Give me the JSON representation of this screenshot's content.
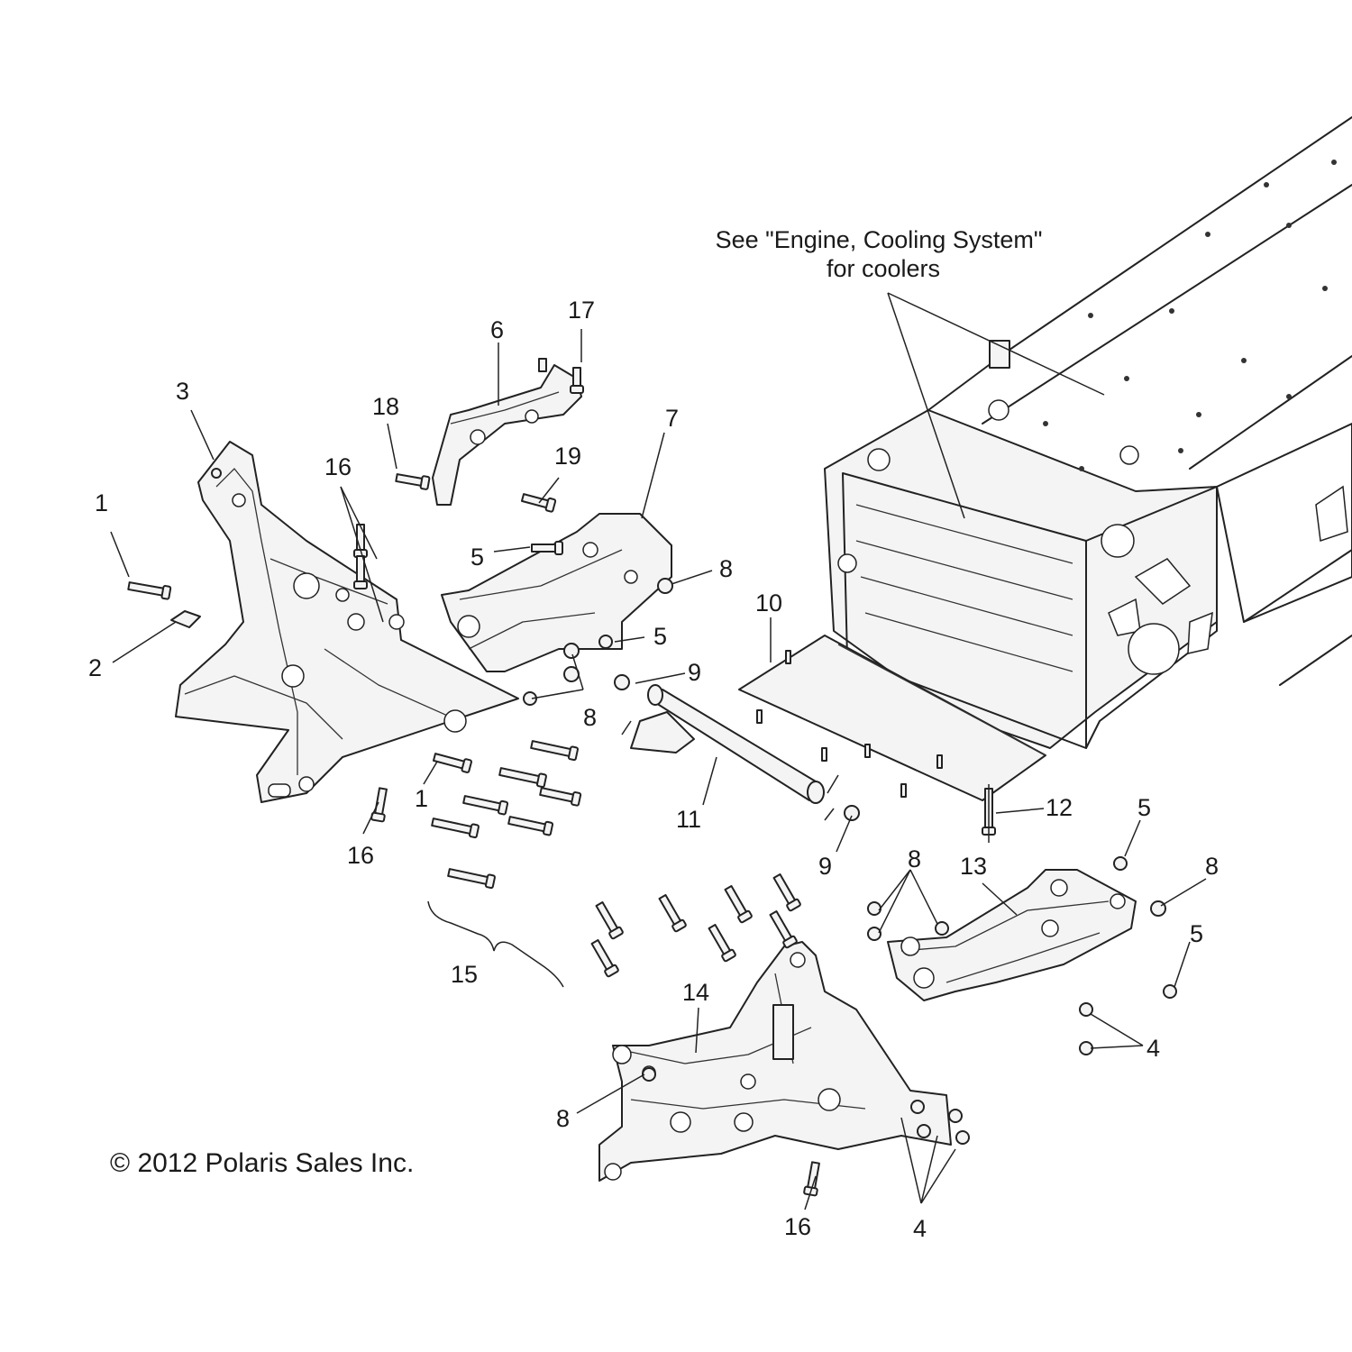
{
  "note": {
    "line1": "See \"Engine, Cooling System\"",
    "line2": "for coolers"
  },
  "copyright": "© 2012 Polaris Sales Inc.",
  "callouts": [
    {
      "id": "c1a",
      "label": "1"
    },
    {
      "id": "c1b",
      "label": "1"
    },
    {
      "id": "c2",
      "label": "2"
    },
    {
      "id": "c3",
      "label": "3"
    },
    {
      "id": "c4a",
      "label": "4"
    },
    {
      "id": "c4b",
      "label": "4"
    },
    {
      "id": "c5a",
      "label": "5"
    },
    {
      "id": "c5b",
      "label": "5"
    },
    {
      "id": "c5c",
      "label": "5"
    },
    {
      "id": "c5d",
      "label": "5"
    },
    {
      "id": "c6",
      "label": "6"
    },
    {
      "id": "c7",
      "label": "7"
    },
    {
      "id": "c8a",
      "label": "8"
    },
    {
      "id": "c8b",
      "label": "8"
    },
    {
      "id": "c8c",
      "label": "8"
    },
    {
      "id": "c8d",
      "label": "8"
    },
    {
      "id": "c8e",
      "label": "8"
    },
    {
      "id": "c9a",
      "label": "9"
    },
    {
      "id": "c9b",
      "label": "9"
    },
    {
      "id": "c10",
      "label": "10"
    },
    {
      "id": "c11",
      "label": "11"
    },
    {
      "id": "c12",
      "label": "12"
    },
    {
      "id": "c13",
      "label": "13"
    },
    {
      "id": "c14",
      "label": "14"
    },
    {
      "id": "c15",
      "label": "15"
    },
    {
      "id": "c16a",
      "label": "16"
    },
    {
      "id": "c16b",
      "label": "16"
    },
    {
      "id": "c16c",
      "label": "16"
    },
    {
      "id": "c17",
      "label": "17"
    },
    {
      "id": "c18",
      "label": "18"
    },
    {
      "id": "c19",
      "label": "19"
    }
  ]
}
